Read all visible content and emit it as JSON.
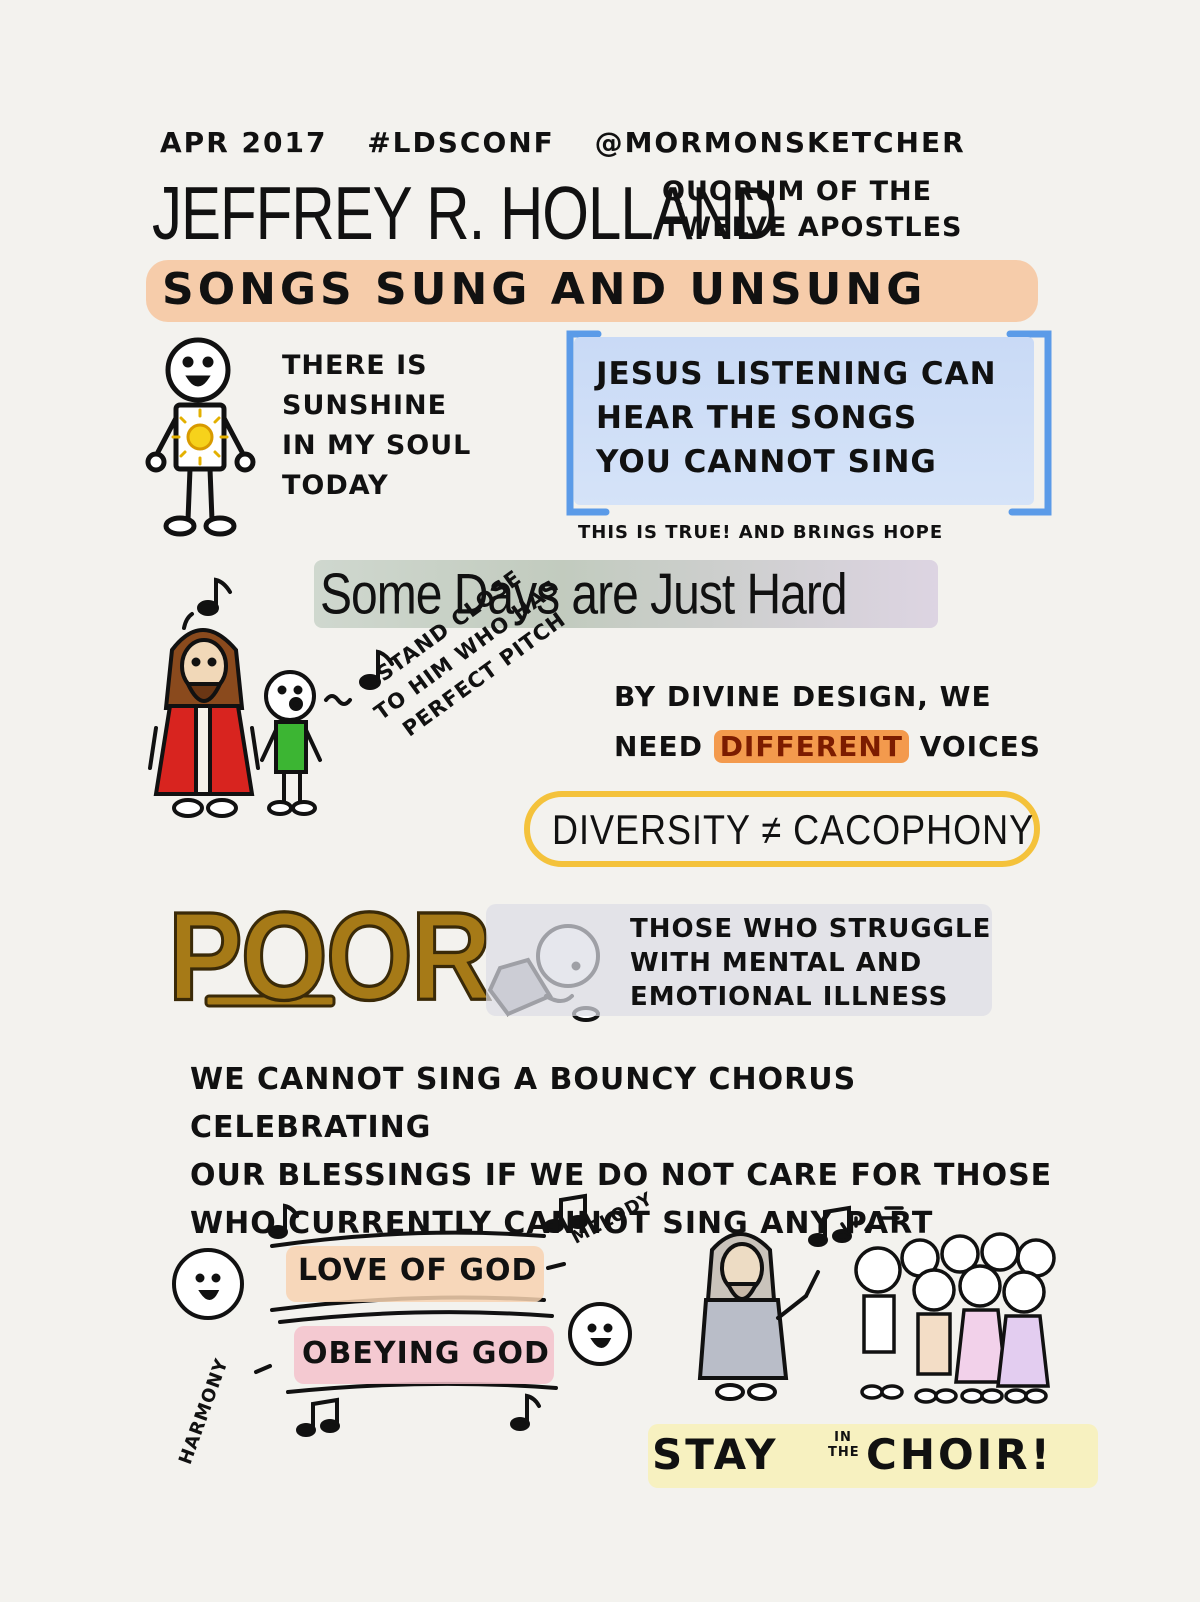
{
  "header": {
    "date": "APR 2017",
    "hashtag": "#LDSCONF",
    "handle": "@MORMONSKETCHER"
  },
  "speaker": {
    "name": "JEFFREY R. HOLLAND",
    "role_line1": "QUORUM OF THE",
    "role_line2": "TWELVE APOSTLES"
  },
  "talk_title": "SONGS SUNG AND UNSUNG",
  "sunshine": {
    "line1": "THERE IS",
    "line2": "SUNSHINE",
    "line3": "IN MY SOUL",
    "line4": "TODAY"
  },
  "quote": {
    "line1": "JESUS LISTENING CAN",
    "line2": "HEAR THE SONGS",
    "line3": "YOU CANNOT SING",
    "note": "THIS IS TRUE! AND BRINGS HOPE"
  },
  "hard_days": "Some Days are Just Hard",
  "stand_close": {
    "line1": "STAND CLOSE",
    "line2": "TO HIM WHO HAS",
    "line3": "PERFECT PITCH"
  },
  "divine_design": {
    "line1": "BY DIVINE DESIGN, WE",
    "need": "NEED",
    "different": "DIFFERENT",
    "voices": "VOICES"
  },
  "diversity": "DIVERSITY ≠ CACOPHONY",
  "poor": "POOR",
  "struggle": {
    "line1": "THOSE WHO STRUGGLE",
    "line2": "WITH MENTAL AND",
    "line3": "EMOTIONAL ILLNESS"
  },
  "chorus": {
    "line1": "WE CANNOT SING A BOUNCY CHORUS CELEBRATING",
    "line2": "OUR BLESSINGS IF WE DO NOT CARE FOR THOSE",
    "line3": "WHO CURRENTLY CANNOT SING ANY PART"
  },
  "songs": {
    "love": "LOVE OF GOD",
    "obey": "OBEYING GOD",
    "melody": "MELODY",
    "harmony": "HARMONY"
  },
  "choir": {
    "stay": "STAY",
    "in": "IN",
    "the": "THE",
    "word": "CHOIR!"
  },
  "colors": {
    "title_highlight": "#f6c8a2",
    "quote_blue": "#5b9be8",
    "different_orange": "#f39a4d",
    "diversity_gold": "#f4c23b",
    "poor_brown": "#a67a17",
    "choir_yellow": "#f7f0b4"
  },
  "icons": [
    "smiling-figure-icon",
    "sun-icon",
    "music-note-icon",
    "jesus-figure-icon",
    "singing-child-icon",
    "slumped-figure-icon",
    "choir-group-icon"
  ]
}
